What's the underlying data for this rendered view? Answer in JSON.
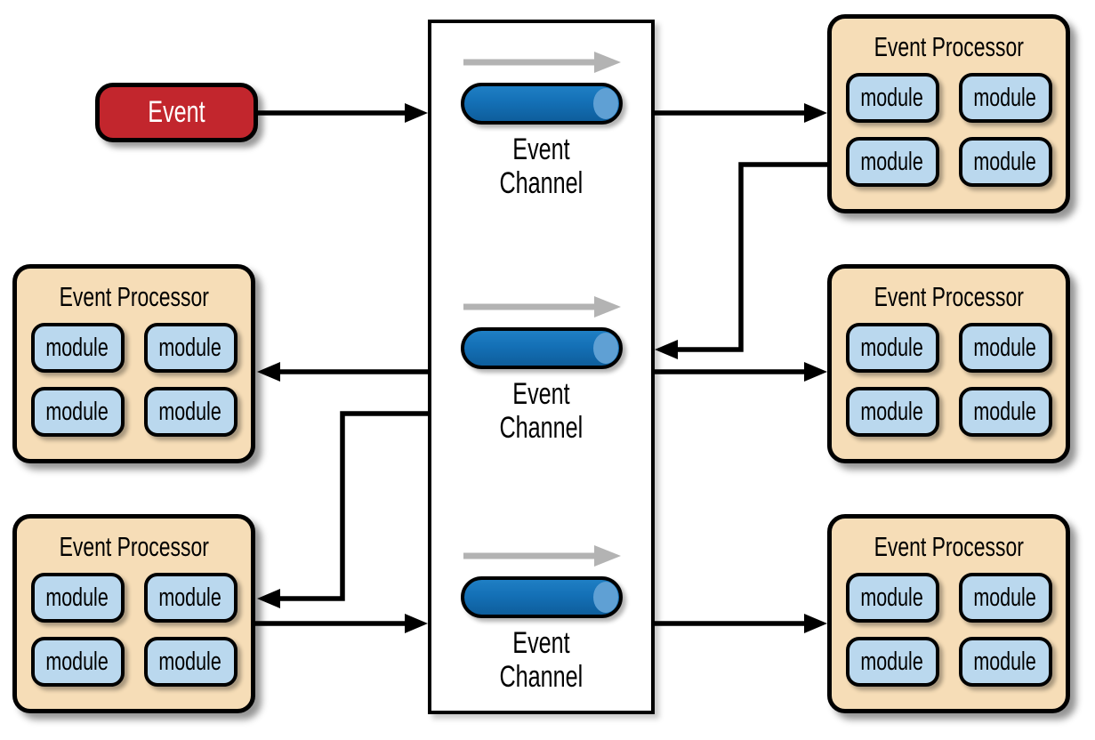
{
  "colors": {
    "event_red": "#C2262D",
    "processor_tan": "#F6DDB7",
    "module_blue": "#BAD8EE",
    "pipe_blue": "#1470B6",
    "pipe_highlight": "#5FA0D4",
    "flow_gray": "#B3B3B3",
    "line_black": "#000000"
  },
  "event_source": {
    "label": "Event"
  },
  "channels": [
    {
      "line1": "Event",
      "line2": "Channel"
    },
    {
      "line1": "Event",
      "line2": "Channel"
    },
    {
      "line1": "Event",
      "line2": "Channel"
    }
  ],
  "processors": [
    {
      "position": "top-right",
      "title": "Event Processor",
      "modules": [
        "module",
        "module",
        "module",
        "module"
      ]
    },
    {
      "position": "middle-left",
      "title": "Event Processor",
      "modules": [
        "module",
        "module",
        "module",
        "module"
      ]
    },
    {
      "position": "middle-right",
      "title": "Event Processor",
      "modules": [
        "module",
        "module",
        "module",
        "module"
      ]
    },
    {
      "position": "bottom-left",
      "title": "Event Processor",
      "modules": [
        "module",
        "module",
        "module",
        "module"
      ]
    },
    {
      "position": "bottom-right",
      "title": "Event Processor",
      "modules": [
        "module",
        "module",
        "module",
        "module"
      ]
    }
  ]
}
